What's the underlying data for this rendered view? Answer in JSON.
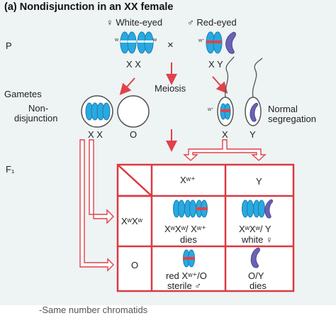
{
  "title": "(a) Nondisjunction in an XX female",
  "parents": {
    "generation_label": "P",
    "female_label": "♀ White-eyed",
    "male_label": "♂ Red-eyed",
    "cross_symbol": "×",
    "female_genotype": "X X",
    "male_genotype": "X Y",
    "female_allele": "w",
    "male_allele": "w⁺"
  },
  "meiosis_label": "Meiosis",
  "gametes": {
    "row_label": "Gametes",
    "nondisjunction_label_line1": "Non-",
    "nondisjunction_label_line2": "disjunction",
    "female_gamete_1": "X X",
    "female_gamete_2": "O",
    "normal_label_line1": "Normal",
    "normal_label_line2": "segregation",
    "male_gamete_1": "X",
    "male_gamete_2": "Y",
    "male_sperm_allele": "w⁺"
  },
  "f1": {
    "generation_label": "F₁",
    "col_header_1": "Xʷ⁺",
    "col_header_2": "Y",
    "row_header_1": "XʷXʷ",
    "row_header_2": "O",
    "cell_11_genotype": "XʷXʷ/ Xʷ⁺",
    "cell_11_outcome": "dies",
    "cell_12_genotype": "XʷXʷ/ Y",
    "cell_12_outcome": "white ♀",
    "cell_21_genotype": "red Xʷ⁺/O",
    "cell_21_outcome": "sterile ♂",
    "cell_22_genotype": "O/Y",
    "cell_22_outcome": "dies"
  },
  "caption": "-Same number chromatids",
  "colors": {
    "x_chromosome": "#29a9e0",
    "y_chromosome": "#6a62b3",
    "arrow_red": "#e0424a",
    "grid_red": "#d93a43",
    "background": "#eef3f4"
  }
}
